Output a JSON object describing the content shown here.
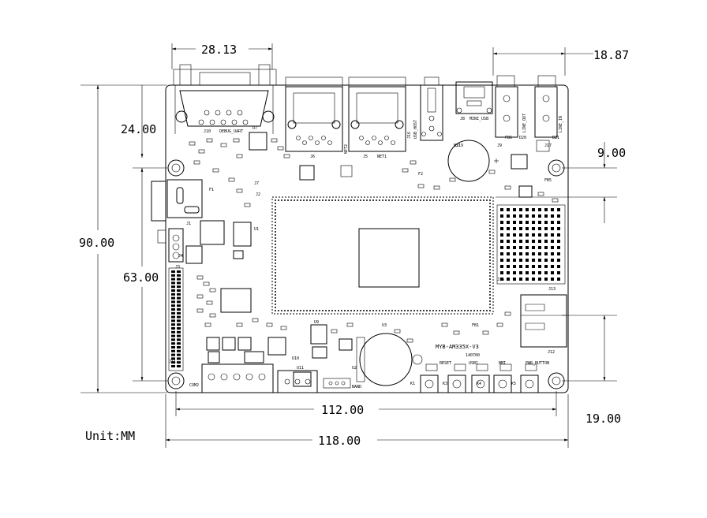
{
  "unit_label": "Unit:MM",
  "dimensions": {
    "top_left": "28.13",
    "top_right": "18.87",
    "left_upper": "24.00",
    "left_outer": "90.00",
    "left_inner": "63.00",
    "right_upper": "9.00",
    "right_lower": "19.00",
    "bottom_inner": "112.00",
    "bottom_outer": "118.00"
  },
  "board": {
    "model": "MYB-AM335X-V3",
    "date_code": "140700"
  },
  "silkscreen": {
    "debug_uart": "DEBUG_UART",
    "net1": "NET1",
    "net2": "NET2",
    "usb_host": "USB_HOST",
    "mini_usb": "MINI_USB",
    "line_in": "LINE_IN",
    "line_out": "LINE_OUT",
    "reset": "RESET",
    "nmi": "NMI",
    "usb1": "USB1",
    "pwr_button": "PWR_BUTTON",
    "com2": "COM2",
    "nand": "NAND",
    "bz1": "BZ1",
    "j1": "J1",
    "j2": "J2",
    "j3": "J3",
    "j4": "J4",
    "j5": "J5",
    "j6": "J6",
    "j7": "J7",
    "j8": "J8",
    "j9": "J9",
    "j10": "J10",
    "j11": "J11",
    "j12": "J12",
    "j13": "J13",
    "j15": "J15",
    "j16": "J16",
    "j17": "J17",
    "j19": "J19",
    "u1": "U1",
    "u2": "U2",
    "u3": "U3",
    "u7": "U7",
    "u9": "U9",
    "u10": "U10",
    "u11": "U11",
    "k1": "K1",
    "k3": "K3",
    "k4": "K4",
    "k5": "K5",
    "f1": "F1",
    "f2": "F2",
    "d20": "D20",
    "d21": "D21",
    "fb1": "FB1",
    "fb5": "FB5",
    "fb6": "FB6"
  }
}
